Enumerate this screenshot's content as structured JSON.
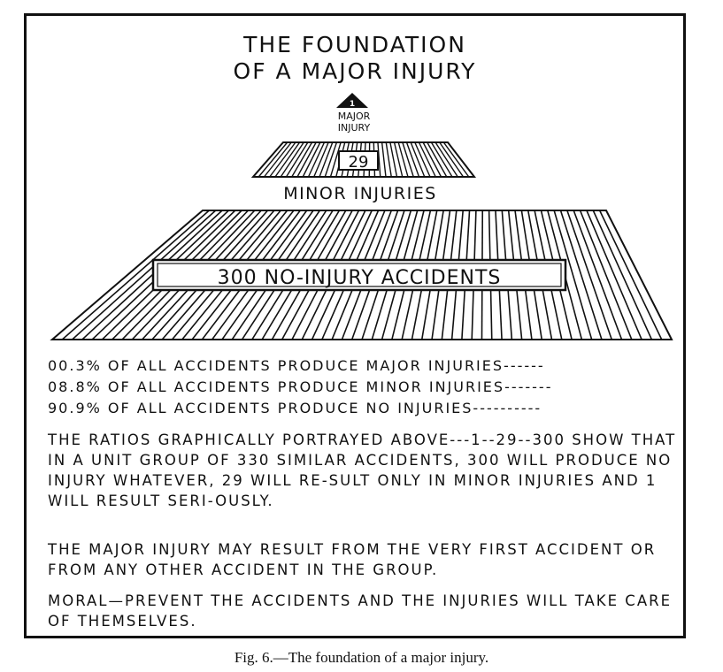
{
  "diagram": {
    "title_line1": "THE FOUNDATION",
    "title_line2": "OF A MAJOR INJURY",
    "apex_number": "1",
    "apex_label_line1": "MAJOR",
    "apex_label_line2": "INJURY",
    "middle_number": "29",
    "middle_label": "MINOR INJURIES",
    "base_label": "300 NO-INJURY ACCIDENTS"
  },
  "stats": [
    "00.3% OF ALL ACCIDENTS PRODUCE MAJOR INJURIES------",
    "08.8% OF ALL ACCIDENTS PRODUCE MINOR INJURIES-------",
    "90.9% OF ALL ACCIDENTS PRODUCE NO INJURIES----------"
  ],
  "paragraphs": [
    "THE RATIOS GRAPHICALLY PORTRAYED ABOVE---1--29--300 SHOW THAT IN A UNIT GROUP OF 330 SIMILAR ACCIDENTS, 300 WILL PRODUCE NO INJURY WHATEVER, 29 WILL RE-SULT ONLY IN MINOR INJURIES AND 1 WILL RESULT SERI-OUSLY.",
    "THE MAJOR INJURY MAY RESULT FROM THE VERY FIRST ACCIDENT OR FROM ANY OTHER ACCIDENT IN THE GROUP.",
    "MORAL—PREVENT THE ACCIDENTS AND THE INJURIES WILL TAKE CARE OF THEMSELVES."
  ],
  "caption": "Fig. 6.—The foundation of a major injury."
}
